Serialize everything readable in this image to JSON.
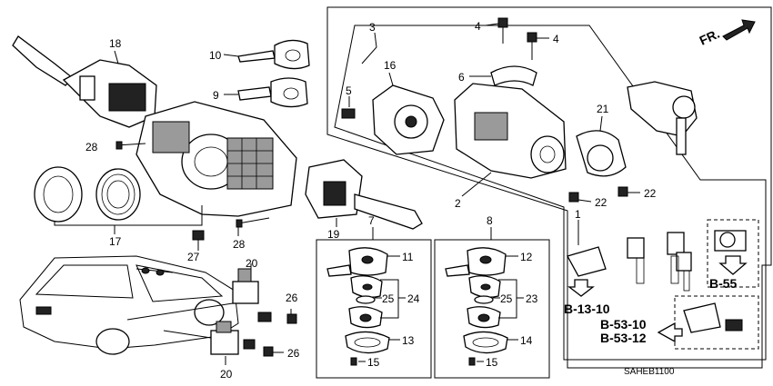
{
  "diagram_code": "SAHEB1100",
  "orientation_label": "FR.",
  "part_numbers": {
    "p1": "1",
    "p2": "2",
    "p3": "3",
    "p4a": "4",
    "p4b": "4",
    "p5": "5",
    "p6": "6",
    "p7": "7",
    "p8": "8",
    "p9": "9",
    "p10": "10",
    "p11": "11",
    "p12": "12",
    "p13": "13",
    "p14": "14",
    "p15a": "15",
    "p15b": "15",
    "p16": "16",
    "p17": "17",
    "p18": "18",
    "p19": "19",
    "p20a": "20",
    "p20b": "20",
    "p21": "21",
    "p22a": "22",
    "p22b": "22",
    "p23": "23",
    "p24": "24",
    "p25a": "25",
    "p25b": "25",
    "p26a": "26",
    "p26b": "26",
    "p27": "27",
    "p28a": "28",
    "p28b": "28"
  },
  "references": {
    "b1310": "B-13-10",
    "b55": "B-55",
    "b5310": "B-53-10",
    "b5312": "B-53-12"
  }
}
